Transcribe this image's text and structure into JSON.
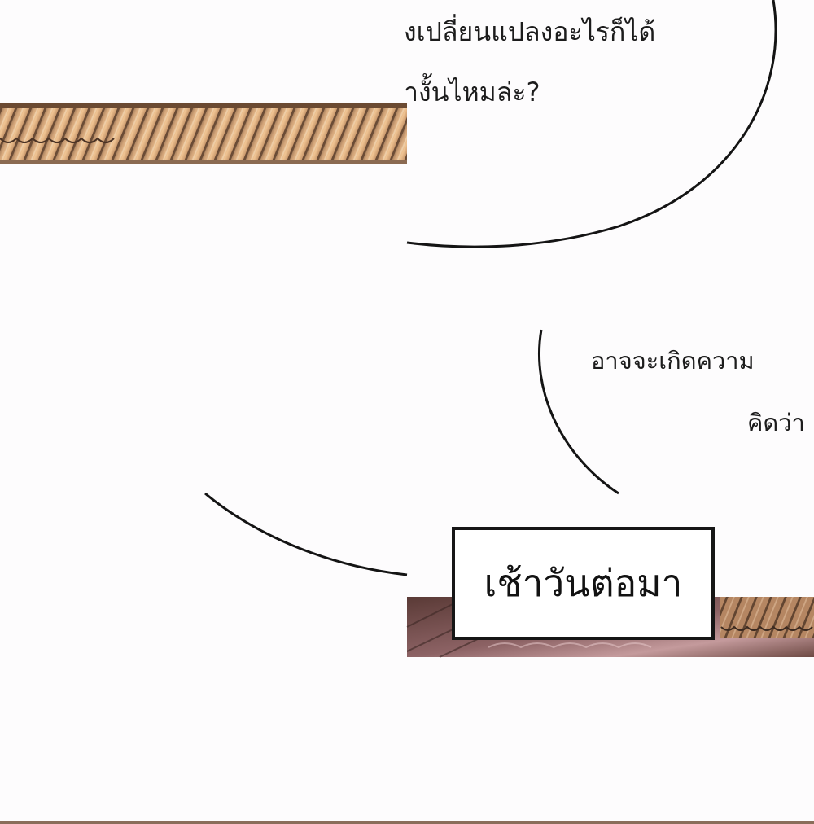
{
  "bubble_top": {
    "line1": "งเปลี่ยนแปลงอะไรก็ได้",
    "line2": "างั้นไหมล่ะ?"
  },
  "bubble_right": {
    "line1": "อาจจะเกิดความ",
    "line2": "คิดว่า"
  },
  "caption_box": {
    "text": "เช้าวันต่อมา"
  },
  "colors": {
    "background": "#fdfcfd",
    "roof_light": "#e8b98a",
    "roof_dark": "#6a4a36",
    "ink": "#161616"
  }
}
